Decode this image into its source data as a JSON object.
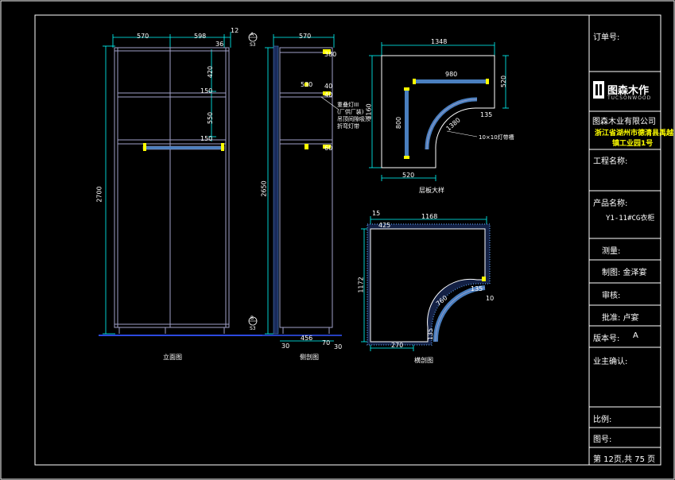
{
  "title_block": {
    "order_no_label": "订单号:",
    "logo_cn": "图森木作",
    "logo_en": "TUCSONWOOD",
    "company": "图森木业有限公司",
    "address_line1": "浙江省湖州市德清县禹越",
    "address_line2": "镇工业园1号",
    "project_label": "工程名称:",
    "product_label": "产品名称:",
    "product_value": "Y1-11#CG衣柜",
    "measure_label": "测量:",
    "drawn_label": "制图: 金泽宴",
    "review_label": "审核:",
    "approve_label": "批准: 卢宴",
    "version_label": "版本号:",
    "version_value": "A",
    "owner_label": "业主确认:",
    "scale_label": "比例:",
    "drawing_no_label": "图号:",
    "page_label": "第 12页,共 75 页"
  },
  "views": {
    "elevation_title": "立面图",
    "side_title": "侧剖图",
    "base_title": "层板大样",
    "plan_title": "横剖图"
  },
  "notes": {
    "side_note": [
      "重叠灯III",
      "(厂供厂装)",
      "吊顶间隙吸顶",
      "折弯灯带"
    ],
    "led_note": "10×10灯带槽",
    "section_a": "A",
    "section_a_sub": "S3",
    "section_b": "B",
    "section_b_sub": "S3"
  },
  "dims": {
    "elev_top": [
      "570",
      "598",
      "12",
      "36"
    ],
    "elev_height": "2700",
    "elev_shelf": [
      "420",
      "550",
      "150",
      "150"
    ],
    "side_top": "570",
    "side_height": "2650",
    "side_marks": [
      "380",
      "530",
      "40",
      "40",
      "60"
    ],
    "side_bottom": [
      "30",
      "456",
      "70",
      "30"
    ],
    "base_top": "1348",
    "base_inner": "980",
    "base_left": "1160",
    "base_inner_left": "800",
    "base_right": "520",
    "base_radius": "1380",
    "base_arc": "135",
    "base_bottom": "520",
    "plan_top_left": "15",
    "plan_top": "1168",
    "plan_inner_top": "425",
    "plan_left": "1172",
    "plan_radius": "760",
    "plan_arc": "135",
    "plan_arc2": "10",
    "plan_bottom": "270",
    "plan_bottom2": "135"
  },
  "colors": {
    "frame": "#ffffff",
    "panel": "#a0a0c8",
    "dim": "#00ffff",
    "hatch": "#4a7fbf",
    "rail": "#ffff00",
    "floor": "#3355ff"
  }
}
